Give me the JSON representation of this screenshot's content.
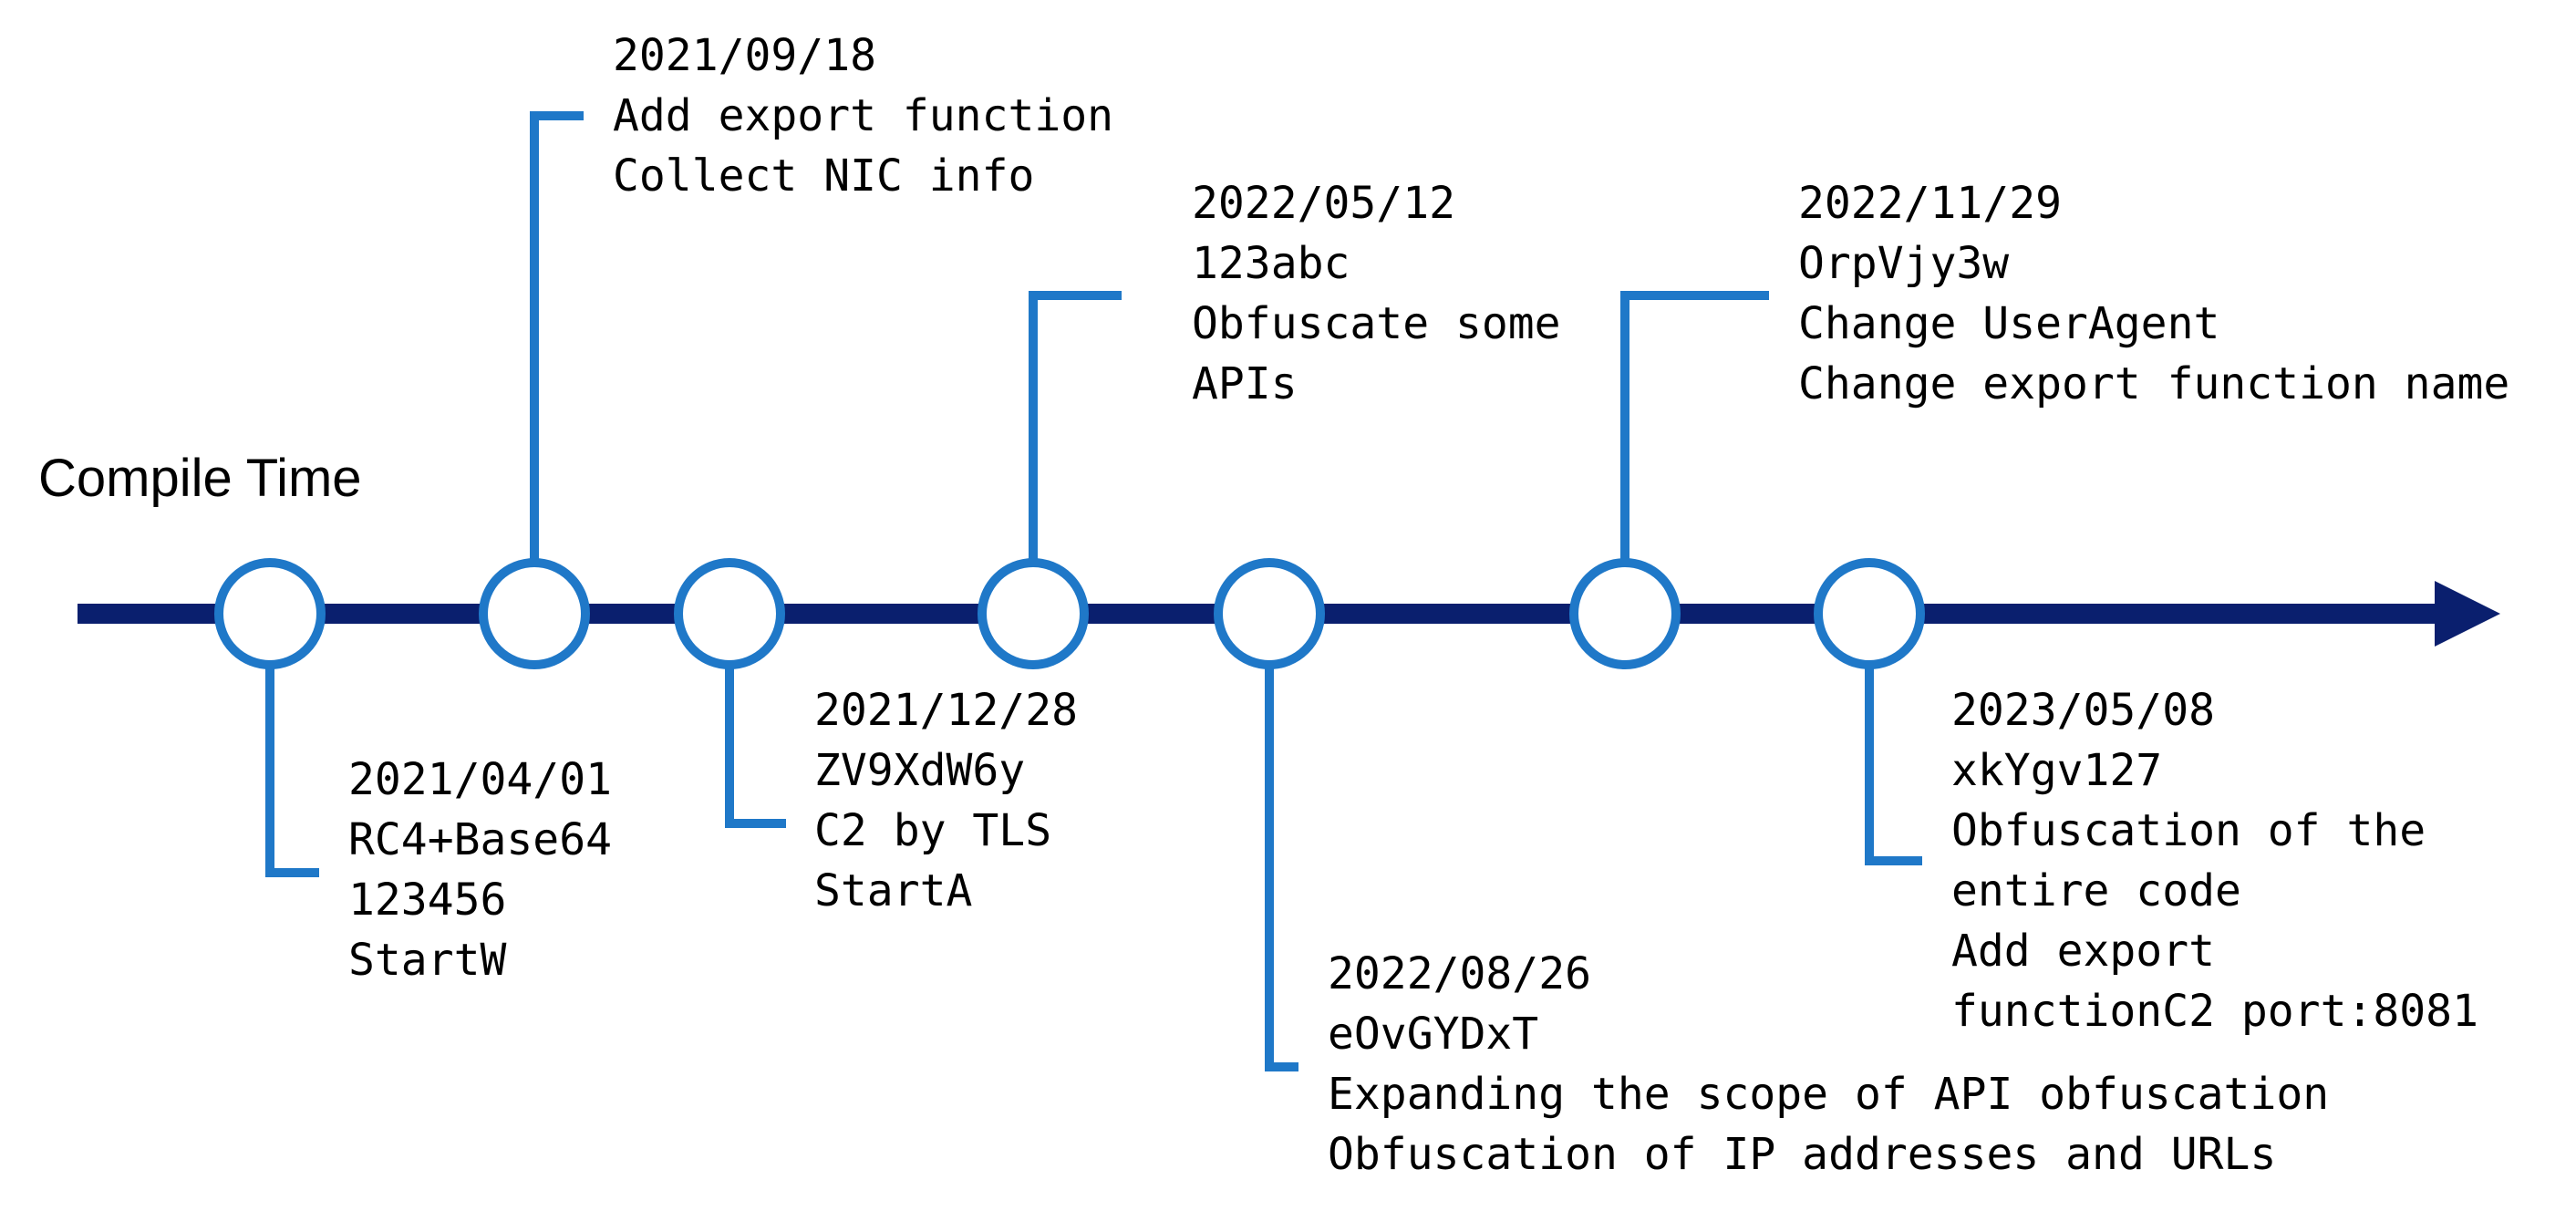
{
  "title": "Compile Time",
  "colors": {
    "axis": "#0a1f6e",
    "marker": "#1f78c8",
    "text": "#000000"
  },
  "events": [
    {
      "date": "2021/04/01",
      "details": [
        "RC4+Base64",
        "123456",
        "StartW"
      ]
    },
    {
      "date": "2021/09/18",
      "details": [
        "Add export function",
        "Collect NIC info"
      ]
    },
    {
      "date": "2021/12/28",
      "details": [
        "ZV9XdW6y",
        "C2 by TLS",
        "StartA"
      ]
    },
    {
      "date": "2022/05/12",
      "details": [
        "123abc",
        "Obfuscate some",
        "APIs"
      ]
    },
    {
      "date": "2022/08/26",
      "details": [
        "eOvGYDxT",
        "Expanding the scope of API obfuscation",
        "Obfuscation of IP addresses and URLs"
      ]
    },
    {
      "date": "2022/11/29",
      "details": [
        "OrpVjy3w",
        "Change UserAgent",
        "Change export function name"
      ]
    },
    {
      "date": "2023/05/08",
      "details": [
        "xkYgv127",
        "Obfuscation of the",
        "entire code",
        "Add export",
        "functionC2 port:8081"
      ]
    }
  ]
}
